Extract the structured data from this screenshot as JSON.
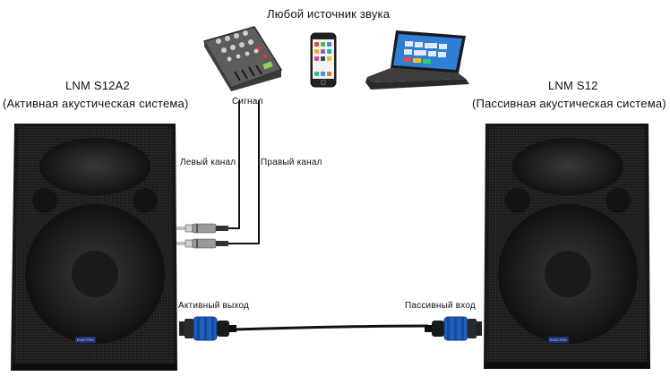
{
  "diagram": {
    "source_label": "Любой  источник  звука",
    "left_speaker": {
      "model": "LNM  S12A2",
      "type": "(Активная  акустическая  система)",
      "badge": "ELECTRO"
    },
    "right_speaker": {
      "model": "LNM  S12",
      "type": "(Пассивная  акустическая  система)",
      "badge": "ELECTRO"
    },
    "signal_label": "Сигнал",
    "left_channel_label": "Левый  канал",
    "right_channel_label": "Правый  канал",
    "active_output_label": "Активный  выход",
    "passive_input_label": "Пассивный  вход",
    "sources": [
      "mixer-icon",
      "smartphone-icon",
      "laptop-icon"
    ],
    "colors": {
      "cabinet": "#1c1c1c",
      "grille": "#2b2b2b",
      "cable": "#111111",
      "speakon_blue": "#1e5fbf",
      "laptop_screen": "#2f7ed8"
    }
  }
}
